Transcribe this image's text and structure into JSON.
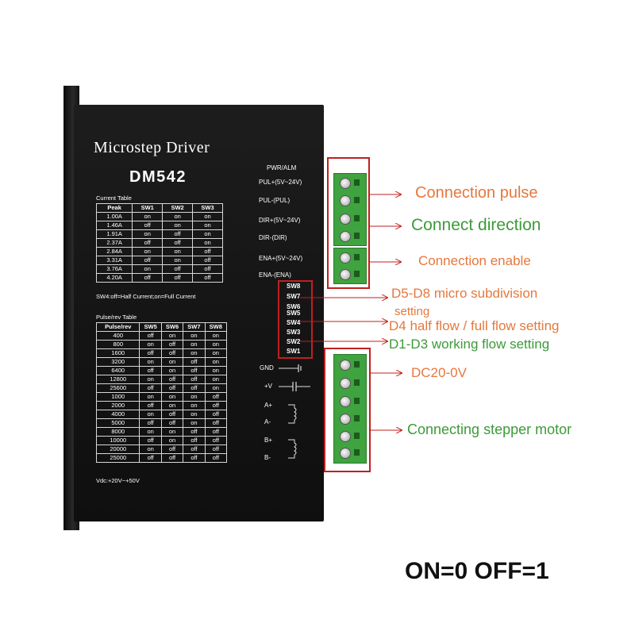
{
  "driver": {
    "brand": "Microstep Driver",
    "model": "DM542",
    "current_table": {
      "title": "Current Table",
      "headers": [
        "Peak",
        "SW1",
        "SW2",
        "SW3"
      ],
      "rows": [
        [
          "1.00A",
          "on",
          "on",
          "on"
        ],
        [
          "1.46A",
          "off",
          "on",
          "on"
        ],
        [
          "1.91A",
          "on",
          "off",
          "on"
        ],
        [
          "2.37A",
          "off",
          "off",
          "on"
        ],
        [
          "2.84A",
          "on",
          "on",
          "off"
        ],
        [
          "3.31A",
          "off",
          "on",
          "off"
        ],
        [
          "3.76A",
          "on",
          "off",
          "off"
        ],
        [
          "4.20A",
          "off",
          "off",
          "off"
        ]
      ],
      "note": "SW4:off=Half Current;on=Full Current"
    },
    "pulse_table": {
      "title": "Pulse/rev Table",
      "headers": [
        "Pulse/rev",
        "SW5",
        "SW6",
        "SW7",
        "SW8"
      ],
      "rows": [
        [
          "400",
          "off",
          "on",
          "on",
          "on"
        ],
        [
          "800",
          "on",
          "off",
          "on",
          "on"
        ],
        [
          "1600",
          "off",
          "off",
          "on",
          "on"
        ],
        [
          "3200",
          "on",
          "on",
          "off",
          "on"
        ],
        [
          "6400",
          "off",
          "on",
          "off",
          "on"
        ],
        [
          "12800",
          "on",
          "off",
          "off",
          "on"
        ],
        [
          "25600",
          "off",
          "off",
          "off",
          "on"
        ],
        [
          "1000",
          "on",
          "on",
          "on",
          "off"
        ],
        [
          "2000",
          "off",
          "on",
          "on",
          "off"
        ],
        [
          "4000",
          "on",
          "off",
          "on",
          "off"
        ],
        [
          "5000",
          "off",
          "off",
          "on",
          "off"
        ],
        [
          "8000",
          "on",
          "on",
          "off",
          "off"
        ],
        [
          "10000",
          "off",
          "on",
          "off",
          "off"
        ],
        [
          "20000",
          "on",
          "off",
          "off",
          "off"
        ],
        [
          "25000",
          "off",
          "off",
          "off",
          "off"
        ]
      ]
    },
    "vdc": "Vdc:+20V~+50V",
    "signal_labels": [
      "PWR/ALM",
      "PUL+(5V~24V)",
      "PUL-(PUL)",
      "DIR+(5V~24V)",
      "DIR-(DIR)",
      "ENA+(5V~24V)",
      "ENA-(ENA)"
    ],
    "switch_labels": [
      "SW8",
      "SW7",
      "SW6",
      "SW5",
      "SW4",
      "SW3",
      "SW2",
      "SW1"
    ],
    "power_labels": [
      "GND",
      "+V"
    ],
    "motor_labels": [
      "A+",
      "A-",
      "B+",
      "B-"
    ]
  },
  "annotations": {
    "pulse": "Connection pulse",
    "direction": "Connect direction",
    "enable": "Connection enable",
    "micro_line1": "D5-D8 micro subdivision",
    "micro_line2": "setting",
    "half_flow": "D4 half flow / full flow setting",
    "working_flow": "D1-D3 working flow setting",
    "power": "DC20-0V",
    "motor": "Connecting stepper motor"
  },
  "footer": {
    "onoff": "ON=0 OFF=1"
  },
  "colors": {
    "frame": "#c0201e",
    "orange": "#e5783d",
    "green": "#3d9a3a",
    "terminal": "#3fa33f"
  }
}
